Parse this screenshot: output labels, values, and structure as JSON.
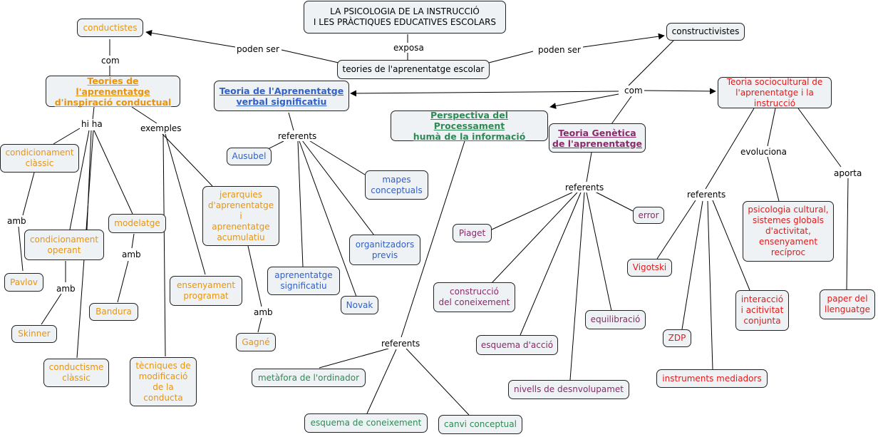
{
  "title": "LA PSICOLOGIA DE LA INSTRUCCIÓ\nI LES PRÀCTIQUES EDUCATIVES ESCOLARS",
  "colors": {
    "orange": "#e8940f",
    "blue": "#3060c8",
    "green": "#2e8a55",
    "purple": "#8a2a6a",
    "red": "#e21a1a",
    "node_bg": "#eef2f4",
    "line": "#000000"
  },
  "nodes": {
    "title": "LA PSICOLOGIA DE LA INSTRUCCIÓ\nI LES PRÀCTIQUES EDUCATIVES ESCOLARS",
    "teories_escolar": "teories de l'aprenentatge escolar",
    "conductistes": "conductistes",
    "constructivistes": "constructivistes",
    "teories_conductual": "Teories de l'aprenentatge\nd'inspiració conductual",
    "teoria_verbal": "Teoria de l'Aprenentatge\nverbal significatiu",
    "processament": "Perspectiva del Processament\nhumà de la informació",
    "genetica": "Teoria Genètica\nde l'aprenentatge",
    "sociocultural": "Teoria sociocultural de\nl'aprenentatge i la instrucció",
    "cond_classic": "condicionament\nclàssic",
    "cond_operant": "condicionament\noperant",
    "modelatge": "modelatge",
    "pavlov": "Pavlov",
    "skinner": "Skinner",
    "bandura": "Bandura",
    "conductisme_classic": "conductisme\nclàssic",
    "jerarquies": "jerarquies\nd'aprenentatge\ni\naprenentatge\nacumulatiu",
    "ensenyament_programat": "ensenyament\nprogramat",
    "tecniques": "tècniques de\nmodificació\nde la\nconducta",
    "gagne": "Gagné",
    "ausubel": "Ausubel",
    "mapes": "mapes\nconceptuals",
    "organitzadors": "organitzadors\nprevis",
    "aprenentatge_significatiu": "aprenentatge\nsignificatiu",
    "novak": "Novak",
    "metafora": "metàfora de l'ordinador",
    "esquema_coneixement": "esquema de coneixement",
    "canvi_conceptual": "canvi conceptual",
    "piaget": "Piaget",
    "error": "error",
    "construccio": "construcció\ndel coneixement",
    "equilibracio": "equilibració",
    "esquema_accio": "esquema d'acció",
    "nivells": "nivells de desnvolupamet",
    "vigotski": "Vigotski",
    "zdp": "ZDP",
    "instruments": "instruments mediadors",
    "interaccio": "interacció\ni acitivitat\nconjunta",
    "psicologia_cultural": "psicologia cultural,\nsistemes globals\nd'activitat,\nensenyament\nrecíproc",
    "paper_llenguatge": "paper del\nllenguatge"
  },
  "links": {
    "exposa": "exposa",
    "poden_ser_left": "poden ser",
    "poden_ser_right": "poden ser",
    "com_left": "com",
    "com_mid": "com",
    "hi_ha": "hi ha",
    "exemples": "exemples",
    "amb_pavlov": "amb",
    "amb_skinner": "amb",
    "amb_bandura": "amb",
    "amb_gagne": "amb",
    "referents_verbal": "referents",
    "referents_processament": "referents",
    "referents_genetica": "referents",
    "referents_sociocultural": "referents",
    "evoluciona": "evoluciona",
    "aporta": "aporta"
  }
}
